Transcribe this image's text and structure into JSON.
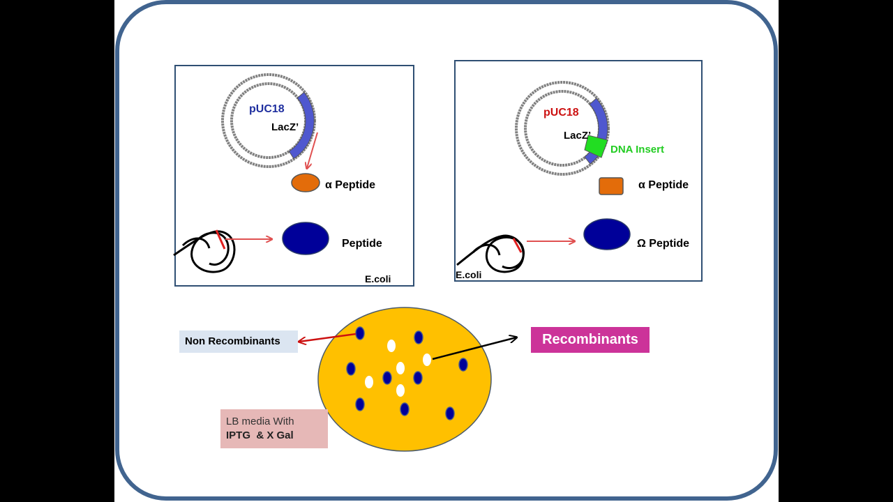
{
  "panel_left": {
    "plasmid_label": "pUC18",
    "gene_label": "LacZ’",
    "alpha_label": "α Peptide",
    "peptide_label": "Peptide",
    "ecoli_label": "E.coli"
  },
  "panel_right": {
    "plasmid_label": "pUC18",
    "gene_label": "LacZ’",
    "insert_label": "DNA Insert",
    "alpha_label": "α Peptide",
    "omega_label": "Ω Peptide",
    "ecoli_label": "E.coli"
  },
  "plate": {
    "non_recombinants_label": "Non Recombinants",
    "recombinants_label": "Recombinants",
    "media_line1": "LB media With",
    "media_line2": "IPTG  & X Gal"
  },
  "colors": {
    "frame": "#41648f",
    "plasmid_ring": "#808080",
    "lacz": "#4f58cf",
    "insert": "#22dd22",
    "alpha_peptide": "#e36c0a",
    "peptide": "#000099",
    "plate": "#ffc000",
    "arrow": "#e05050",
    "recombinants_bg": "#cc3399",
    "non_recombinants_bg": "#dbe5f1",
    "media_bg": "#e6b8b7"
  }
}
